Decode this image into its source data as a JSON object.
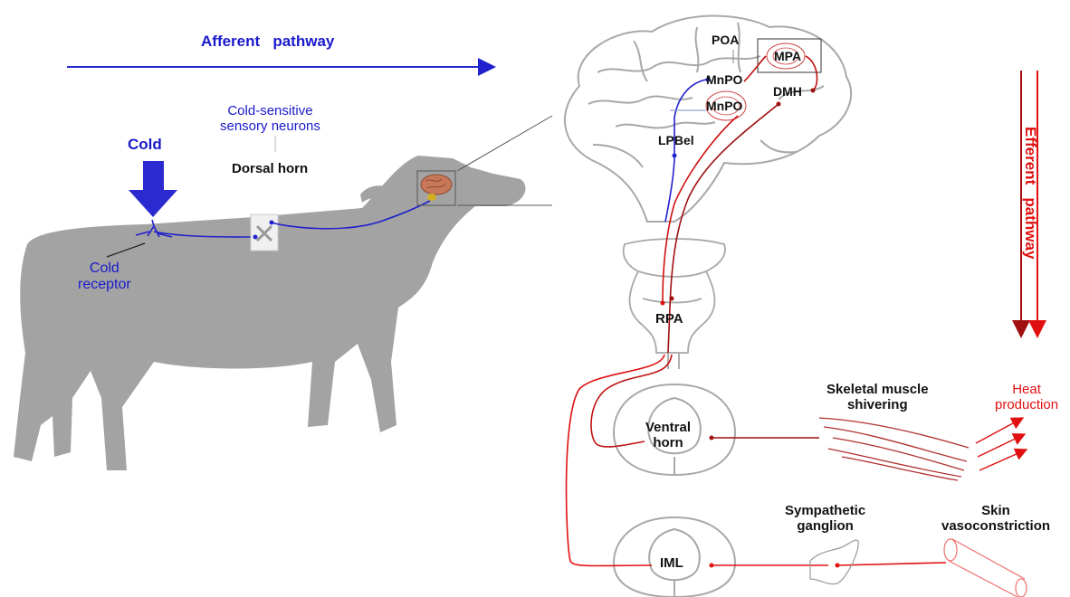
{
  "labels": {
    "afferent": "Afferent   pathway",
    "efferent": "Efferent   pathway",
    "cold": "Cold",
    "cold_receptor": "Cold\nreceptor",
    "cold_sensitive": "Cold-sensitive\nsensory neurons",
    "dorsal_horn": "Dorsal horn",
    "poa": "POA",
    "mpa": "MPA",
    "mnpo_upper": "MnPO",
    "mnpo_lower": "MnPO",
    "dmh": "DMH",
    "lpbel": "LPBel",
    "rpa": "RPA",
    "ventral_horn": "Ventral\nhorn",
    "iml": "IML",
    "skeletal_muscle": "Skeletal muscle\nshivering",
    "heat_production": "Heat\nproduction",
    "sympathetic": "Sympathetic\nganglion",
    "skin": "Skin\nvasoconstriction"
  },
  "colors": {
    "afferent": "#1a1acc",
    "efferent": "#e01010",
    "efferent_dark": "#a01010",
    "animal": "#a0a0a0",
    "outline": "#a8a8a8"
  },
  "icons": {
    "brain_thumbnail": "brain-icon",
    "spinal_section": "spinal-cord-icon"
  }
}
